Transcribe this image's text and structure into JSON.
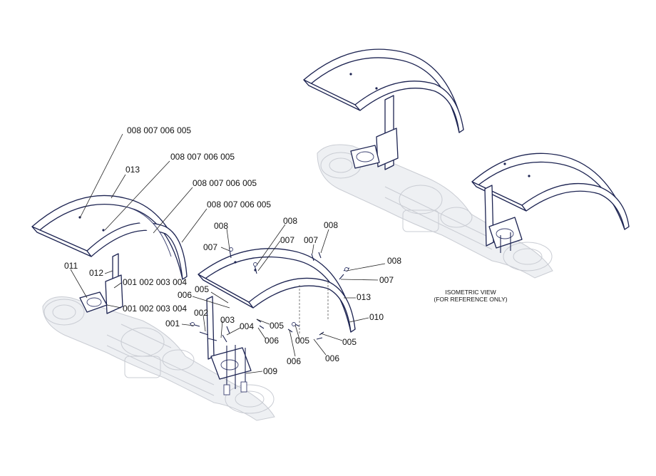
{
  "note": {
    "line1": "ISOMETRIC VIEW",
    "line2": "(FOR REFERENCE ONLY)"
  },
  "labels": {
    "top1": "008  007  006  005",
    "top2": "008  007  006  005",
    "top3": "008  007  006  005",
    "top4": "008  007  006  005",
    "l013": "013",
    "l011": "011",
    "l012": "012",
    "r001a": "001 002 003 004",
    "r001b": "001  002  003  004",
    "m008a": "008",
    "m007a": "007",
    "m008b": "008",
    "m007b": "007",
    "m007c": "007",
    "m008c": "008",
    "m008d": "008",
    "m007d": "007",
    "m013": "013",
    "m010": "010",
    "b005a": "005",
    "b006a": "006",
    "b002": "002",
    "b001": "001",
    "b003": "003",
    "b004": "004",
    "b005b": "005",
    "b006b": "006",
    "b005c": "005",
    "b005d": "005",
    "b006c": "006",
    "b006d": "006",
    "b009": "009"
  }
}
